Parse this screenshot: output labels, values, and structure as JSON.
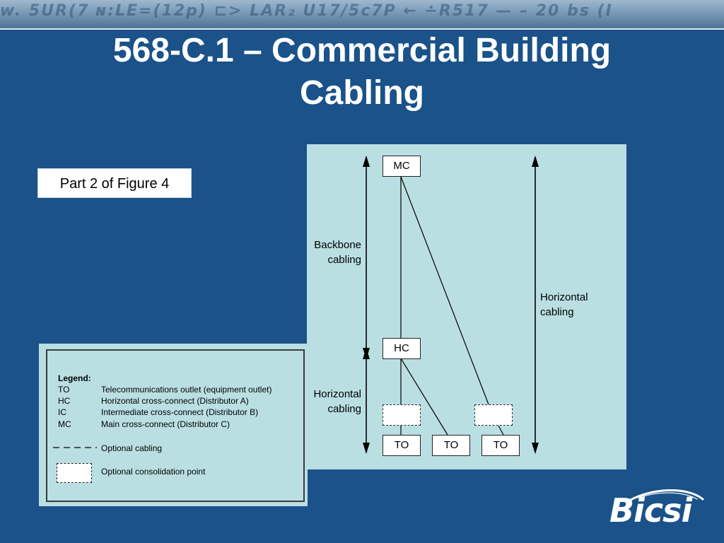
{
  "header": {
    "decor_text": "w. 5UR(7 ɴ:LE=(12p) ⊏> LAR₂ U17/5c7P   ← ∸R517 — – 20 bs (I"
  },
  "slide": {
    "title_line1": "568-C.1 – Commercial Building",
    "title_line2": "Cabling",
    "part_label": "Part 2 of Figure 4"
  },
  "diagram": {
    "nodes": {
      "mc": "MC",
      "hc": "HC",
      "to1": "TO",
      "to2": "TO",
      "to3": "TO"
    },
    "labels": {
      "backbone_line1": "Backbone",
      "backbone_line2": "cabling",
      "horizontal_left_line1": "Horizontal",
      "horizontal_left_line2": "cabling",
      "horizontal_right_line1": "Horizontal",
      "horizontal_right_line2": "cabling"
    }
  },
  "legend": {
    "heading": "Legend:",
    "items": [
      {
        "abbr": "TO",
        "desc": "Telecommunications outlet (equipment outlet)"
      },
      {
        "abbr": "HC",
        "desc": "Horizontal cross-connect (Distributor A)"
      },
      {
        "abbr": "IC",
        "desc": "Intermediate cross-connect (Distributor B)"
      },
      {
        "abbr": "MC",
        "desc": "Main cross-connect (Distributor C)"
      }
    ],
    "optional_cabling": "Optional cabling",
    "optional_consolidation": "Optional consolidation point"
  },
  "logo": {
    "text": "Bicsi"
  },
  "colors": {
    "background": "#1a5289",
    "panel": "#badfe3",
    "title": "#ffffff"
  }
}
